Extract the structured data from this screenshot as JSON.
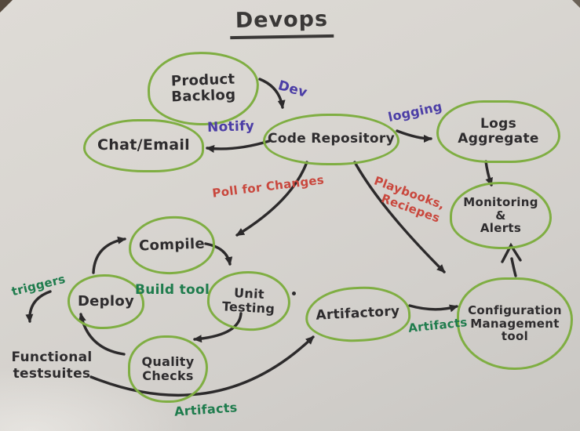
{
  "title": "Devops",
  "nodes": {
    "product_backlog": {
      "label": "Product\nBacklog"
    },
    "chat_email": {
      "label": "Chat/Email"
    },
    "code_repository": {
      "label": "Code Repository"
    },
    "logs_aggregate": {
      "label": "Logs Aggregate"
    },
    "monitoring_alerts": {
      "label": "Monitoring\n&\nAlerts"
    },
    "compile": {
      "label": "Compile"
    },
    "deploy": {
      "label": "Deploy"
    },
    "unit_testing": {
      "label": "Unit\nTesting"
    },
    "quality_checks": {
      "label": "Quality\nChecks"
    },
    "artifactory": {
      "label": "Artifactory"
    },
    "config_mgmt": {
      "label": "Configuration\nManagement\ntool"
    }
  },
  "annotations": {
    "build_tool": "Build tool",
    "functional_testsuites": "Functional\ntestsuites"
  },
  "edges": [
    {
      "from": "Product Backlog",
      "to": "Code Repository",
      "label": "Dev"
    },
    {
      "from": "Code Repository",
      "to": "Chat/Email",
      "label": "Notify"
    },
    {
      "from": "Code Repository",
      "to": "Logs Aggregate",
      "label": "logging"
    },
    {
      "from": "Logs Aggregate",
      "to": "Monitoring & Alerts",
      "label": ""
    },
    {
      "from": "Code Repository",
      "to": "Compile",
      "label": "Poll for Changes"
    },
    {
      "from": "Code Repository",
      "to": "Configuration Management tool",
      "label": "Playbooks,\nReciepes"
    },
    {
      "from": "Deploy",
      "to": "Compile",
      "label": ""
    },
    {
      "from": "Compile",
      "to": "Unit Testing",
      "label": ""
    },
    {
      "from": "Unit Testing",
      "to": "Quality Checks",
      "label": ""
    },
    {
      "from": "Quality Checks",
      "to": "Deploy",
      "label": ""
    },
    {
      "from": "Deploy",
      "to": "Functional testsuites",
      "label": "triggers"
    },
    {
      "from": "Functional testsuites",
      "to": "Artifactory",
      "label": "Artifacts"
    },
    {
      "from": "Artifactory",
      "to": "Configuration Management tool",
      "label": "Artifacts"
    },
    {
      "from": "Configuration Management tool",
      "to": "Monitoring & Alerts",
      "label": ""
    }
  ],
  "colors": {
    "paper": "#d8d5d0",
    "oval_green": "#7fae42",
    "label_green": "#1f7c4d",
    "ink_black": "#2e2c2e",
    "purple_blue": "#4b3da6",
    "red": "#c9473d"
  }
}
